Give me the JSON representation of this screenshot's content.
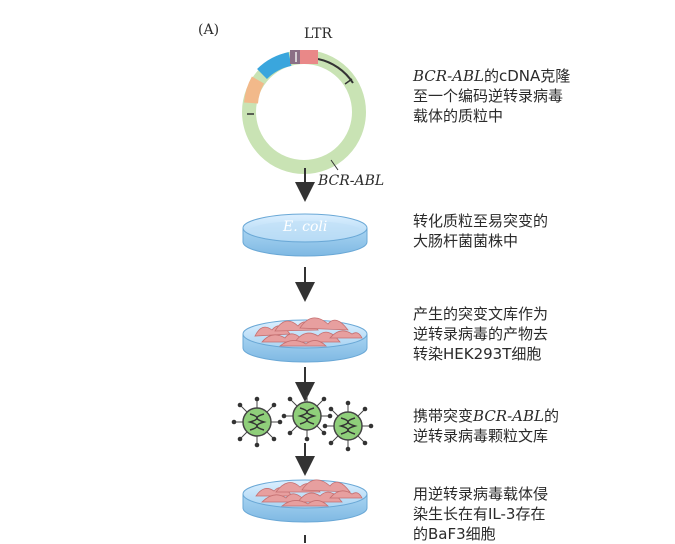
{
  "figure": {
    "panel_label": "(A)",
    "ltr_label": "LTR",
    "insert_label": "BCR-ABL",
    "ecoli_label": "E. coli"
  },
  "steps": [
    {
      "parts": [
        {
          "t": "BCR-ABL",
          "i": true
        },
        {
          "t": "的cDNA克隆"
        }
      ],
      "line2": "至一个编码逆转录病毒",
      "line3": "载体的质粒中"
    },
    {
      "line1": "转化质粒至易突变的",
      "line2": "大肠杆菌菌株中"
    },
    {
      "line1": "产生的突变文库作为",
      "line2": "逆转录病毒的产物去",
      "line3": "转染HEK293T细胞"
    },
    {
      "parts": [
        {
          "t": "携带突变"
        },
        {
          "t": "BCR-ABL",
          "i": true
        },
        {
          "t": "的"
        }
      ],
      "line2": "逆转录病毒颗粒文库"
    },
    {
      "line1": "用逆转录病毒载体侵",
      "line2": "染生长在有IL-3存在",
      "line3": "的BaF3细胞"
    }
  ]
}
